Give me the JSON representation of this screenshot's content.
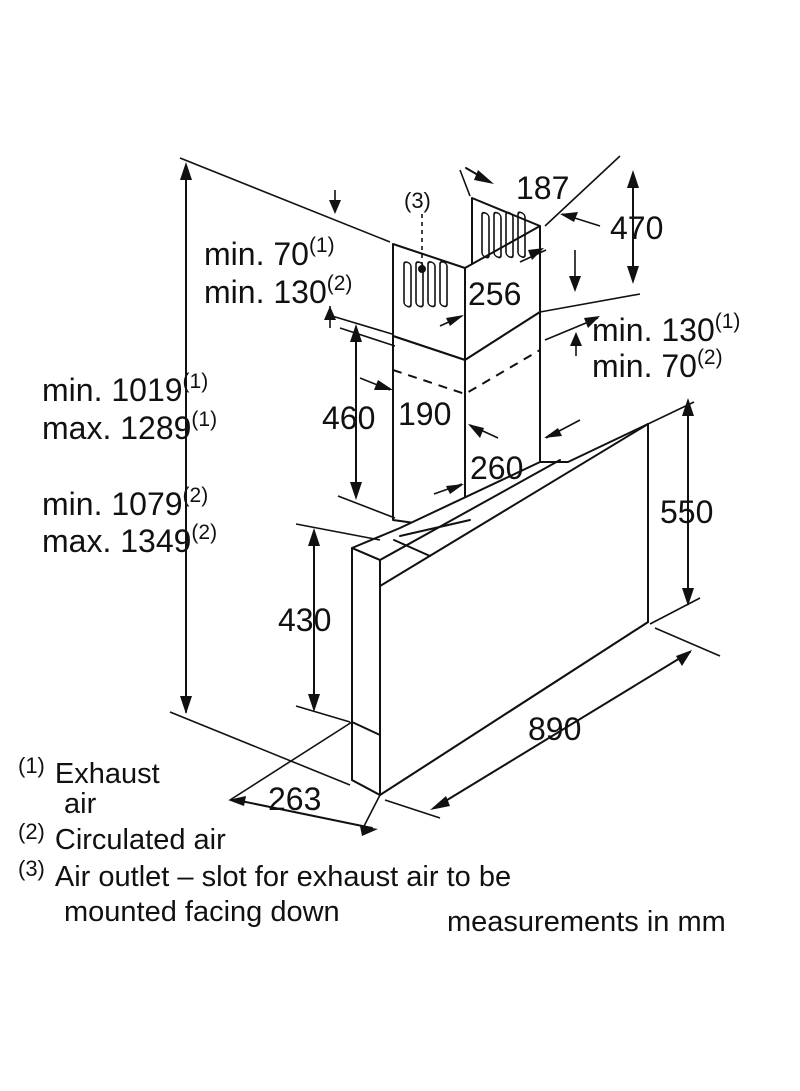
{
  "dimensions": {
    "d187": "187",
    "d470": "470",
    "d256": "256",
    "d460": "460",
    "d190": "190",
    "d260": "260",
    "d550": "550",
    "d430": "430",
    "d890": "890",
    "d263": "263",
    "note3": "(3)",
    "left_top": {
      "label": "min. 70",
      "sup": "(1)"
    },
    "left_bottom": {
      "label": "min. 130",
      "sup": "(2)"
    },
    "right_top": {
      "label": "min. 130",
      "sup": "(1)"
    },
    "right_bottom": {
      "label": "min. 70",
      "sup": "(2)"
    },
    "height_exhaust_min": {
      "label": "min. 1019",
      "sup": "(1)"
    },
    "height_exhaust_max": {
      "label": "max. 1289",
      "sup": "(1)"
    },
    "height_circ_min": {
      "label": "min. 1079",
      "sup": "(2)"
    },
    "height_circ_max": {
      "label": "max. 1349",
      "sup": "(2)"
    }
  },
  "legend": [
    {
      "num": "(1)",
      "text": "Exhaust",
      "text2": "air"
    },
    {
      "num": "(2)",
      "text": "Circulated air"
    },
    {
      "num": "(3)",
      "text": "Air outlet – slot for exhaust air to be",
      "text2": "mounted facing down"
    }
  ],
  "units_note": "measurements in mm"
}
